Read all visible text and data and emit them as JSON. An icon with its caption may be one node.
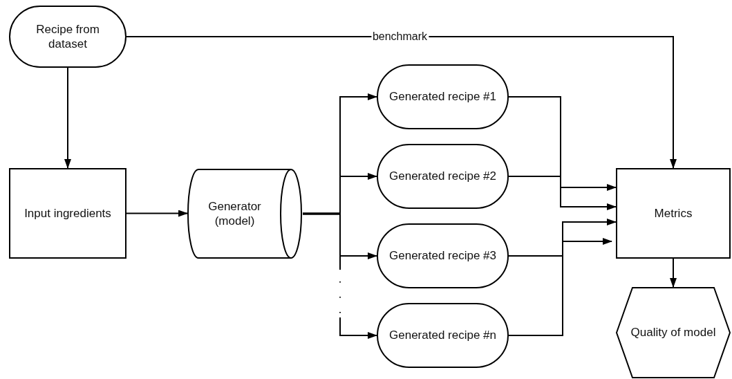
{
  "diagram": {
    "nodes": [
      {
        "text": [
          "Recipe from dataset"
        ]
      },
      {
        "text": [
          "Input ingredients"
        ]
      },
      {
        "text": [
          "Generator (model)"
        ]
      },
      {
        "text": [
          "Generated recipe #1"
        ]
      },
      {
        "text": [
          "Generated recipe #2"
        ]
      },
      {
        "text": [
          "Generated recipe #3"
        ]
      },
      {
        "text": [
          "Generated recipe #n"
        ]
      },
      {
        "text": [
          "Metrics"
        ]
      },
      {
        "text": [
          "Quality of model"
        ]
      }
    ],
    "edges": [
      {
        "from": 0,
        "to": 7,
        "arrow": "to",
        "label": "benchmark"
      },
      {
        "from": 0,
        "to": 1,
        "arrow": "to"
      },
      {
        "from": 1,
        "to": 2,
        "arrow": "to"
      },
      {
        "from": 2,
        "to": 3,
        "arrow": "to"
      },
      {
        "from": 2,
        "to": 4,
        "arrow": "to"
      },
      {
        "from": 2,
        "to": 5,
        "arrow": "to"
      },
      {
        "from": 2,
        "to": 6,
        "arrow": "to",
        "style": "dashed"
      },
      {
        "from": 3,
        "to": 7,
        "arrow": "to"
      },
      {
        "from": 4,
        "to": 7,
        "arrow": "to"
      },
      {
        "from": 5,
        "to": 7,
        "arrow": "to"
      },
      {
        "from": 6,
        "to": 7,
        "arrow": "to"
      },
      {
        "from": 7,
        "to": 8,
        "arrow": "to"
      }
    ]
  }
}
